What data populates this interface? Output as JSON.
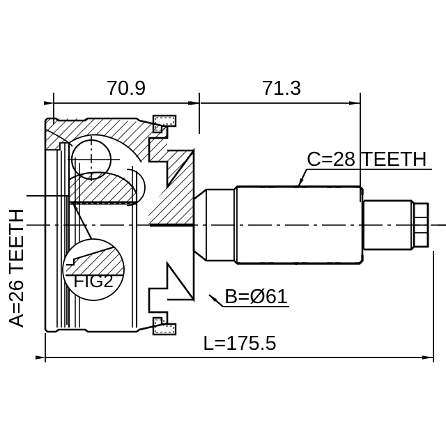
{
  "drawing": {
    "type": "technical-engineering-drawing",
    "subject": "CV joint outer race and stub shaft cross-section",
    "background_color": "#ffffff",
    "line_color": "#000000"
  },
  "dimensions": {
    "left_span": {
      "value": "70.9",
      "orientation": "horizontal",
      "position": "top-left"
    },
    "right_span": {
      "value": "71.3",
      "orientation": "horizontal",
      "position": "top-right"
    },
    "overall_length": {
      "value": "L=175.5",
      "orientation": "horizontal",
      "position": "bottom"
    },
    "inner_spline": {
      "value": "A=26 TEETH",
      "orientation": "vertical-rotated",
      "position": "left"
    },
    "outer_spline": {
      "value": "C=28 TEETH",
      "orientation": "horizontal",
      "position": "right"
    },
    "bell_diameter": {
      "value": "B=Ø61",
      "orientation": "horizontal",
      "position": "bottom-center"
    },
    "detail_callout": {
      "value": "FIG2",
      "orientation": "horizontal",
      "position": "detail-circle"
    }
  }
}
